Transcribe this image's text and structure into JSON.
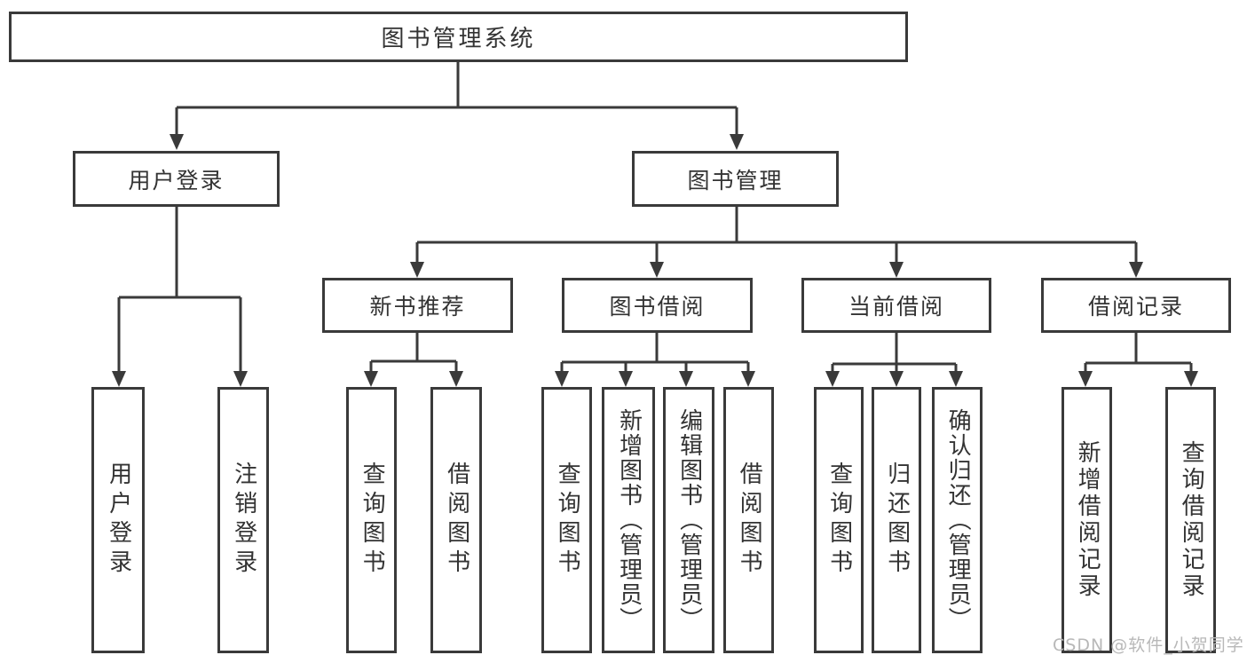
{
  "diagram_title": "图书管理系统",
  "watermark": "CSDN @软件_小贺同学",
  "colors": {
    "line": "#3a3a3a",
    "text": "#333333",
    "background": "#ffffff",
    "watermark": "#b8b8b8"
  },
  "nodes": {
    "root": {
      "label": "图书管理系统"
    },
    "level2": [
      {
        "label": "用户登录",
        "parent": "图书管理系统"
      },
      {
        "label": "图书管理",
        "parent": "图书管理系统"
      }
    ],
    "level3": [
      {
        "label": "新书推荐",
        "parent": "图书管理"
      },
      {
        "label": "图书借阅",
        "parent": "图书管理"
      },
      {
        "label": "当前借阅",
        "parent": "图书管理"
      },
      {
        "label": "借阅记录",
        "parent": "图书管理"
      }
    ],
    "leaves": [
      {
        "label": "用户登录",
        "parent": "用户登录"
      },
      {
        "label": "注销登录",
        "parent": "用户登录"
      },
      {
        "label": "查询图书",
        "parent": "新书推荐"
      },
      {
        "label": "借阅图书",
        "parent": "新书推荐"
      },
      {
        "label": "查询图书",
        "parent": "图书借阅"
      },
      {
        "label": "新增图书（管理员）",
        "parent": "图书借阅"
      },
      {
        "label": "编辑图书（管理员）",
        "parent": "图书借阅"
      },
      {
        "label": "借阅图书",
        "parent": "图书借阅"
      },
      {
        "label": "查询图书",
        "parent": "当前借阅"
      },
      {
        "label": "归还图书",
        "parent": "当前借阅"
      },
      {
        "label": "确认归还（管理员）",
        "parent": "当前借阅"
      },
      {
        "label": "新增借阅记录",
        "parent": "借阅记录"
      },
      {
        "label": "查询借阅记录",
        "parent": "借阅记录"
      }
    ]
  }
}
